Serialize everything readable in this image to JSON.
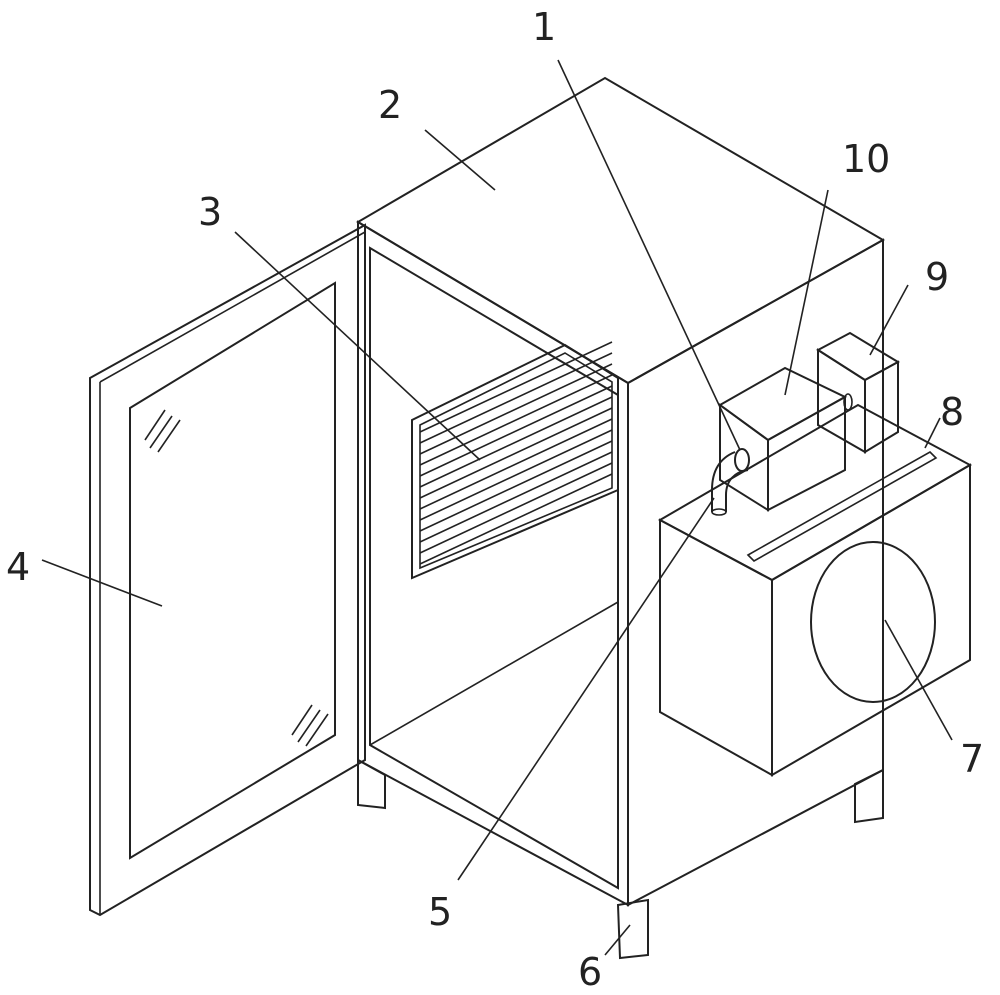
{
  "figure": {
    "labels": {
      "l1": "1",
      "l2": "2",
      "l3": "3",
      "l4": "4",
      "l5": "5",
      "l6": "6",
      "l7": "7",
      "l8": "8",
      "l9": "9",
      "l10": "10"
    },
    "line_color": "#222222",
    "background": "#ffffff"
  }
}
